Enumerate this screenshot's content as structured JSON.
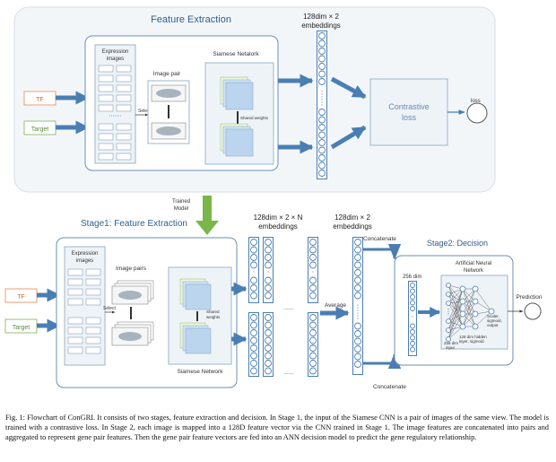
{
  "stage1": {
    "title": "Feature Extraction",
    "embeddings_label_line1": "128dim × 2",
    "embeddings_label_line2": "embeddings",
    "expression_line1": "Expression",
    "expression_line2": "images",
    "image_pair": "Image pair",
    "siamese": "Siamese Netalork",
    "shared_weights": "Shared weights",
    "select": "Select",
    "contrastive_line1": "Contrastive",
    "contrastive_line2": "loss",
    "loss": "loss"
  },
  "inputs": {
    "tf": "TF",
    "target": "Target"
  },
  "trained_model_line1": "Trained",
  "trained_model_line2": "Model",
  "stage2": {
    "title": "Stage1: Feature Extraction",
    "expression_line1": "Expression",
    "expression_line2": "images",
    "image_pairs": "Image pairs",
    "shared_line1": "Shared",
    "shared_line2": "weights",
    "siamese": "Siamese Network",
    "select": "Select",
    "emb_n_line1": "128dim × 2 × N",
    "emb_n_line2": "embeddings",
    "emb2_line1": "128dim × 2",
    "emb2_line2": "embeddings",
    "average": "Average",
    "concatenate_top": "Concatenate",
    "concatenate_bottom": "Concatenate",
    "decision_title": "Stage2: Decision",
    "ann_line1": "Artificial Neural",
    "ann_line2": "Network",
    "dim256": "256 dim",
    "input_line1": "256 dim",
    "input_line2": "input",
    "hidden_line1": "128 dim hidden",
    "hidden_line2": "layer, sigmoid",
    "output_line1": "Scaler,",
    "output_line2": "sigmoid,",
    "output_line3": "output",
    "prediction": "Prediction"
  },
  "caption": "Fig. 1: Flowchart of ConGRI. It consists of two stages, feature extraction and decision. In Stage 1, the input of the Siamese CNN is a pair of images of the same view. The model is trained with a contrastive loss. In Stage 2, each image is mapped into a 128D feature vector via the CNN trained in Stage 1. The image features are concatenated into pairs and aggregated to represent gene pair features. Then the gene pair feature vectors are fed into an ANN decision model to predict the gene regulatory relationship.",
  "colors": {
    "arrow_blue": "#4a7eb3",
    "arrow_green": "#7ab648",
    "tf_orange": "#e8a070",
    "target_green": "#96c07a",
    "box_border": "#6a8fb5",
    "panel_bg": "#eef3f8"
  }
}
